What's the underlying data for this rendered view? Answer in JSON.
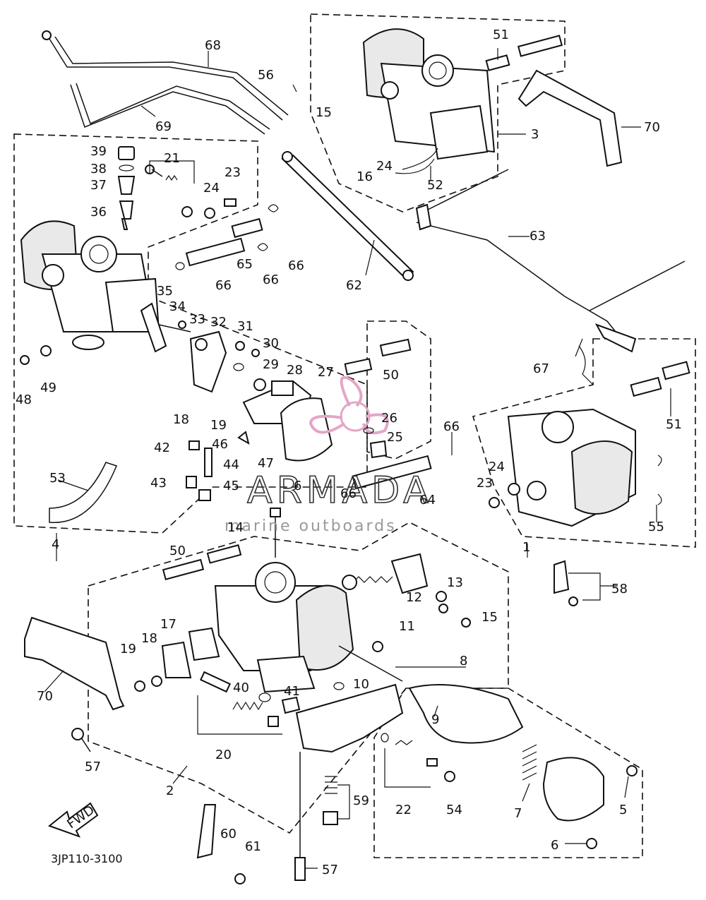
{
  "diagram": {
    "drawing_code": "3JP110-3100",
    "forward_label": "FWD",
    "callouts": [
      "68",
      "69",
      "56",
      "51",
      "15",
      "70",
      "3",
      "24",
      "16",
      "52",
      "39",
      "38",
      "37",
      "36",
      "21",
      "23",
      "24",
      "66",
      "65",
      "66",
      "66",
      "62",
      "63",
      "35",
      "34",
      "33",
      "32",
      "31",
      "30",
      "29",
      "28",
      "27",
      "50",
      "18",
      "19",
      "42",
      "46",
      "44",
      "43",
      "45",
      "47",
      "26",
      "25",
      "66",
      "48",
      "49",
      "53",
      "4",
      "6",
      "66",
      "64",
      "14",
      "50",
      "24",
      "23",
      "67",
      "51",
      "55",
      "1",
      "58",
      "13",
      "12",
      "15",
      "11",
      "17",
      "18",
      "19",
      "70",
      "40",
      "41",
      "10",
      "8",
      "9",
      "20",
      "57",
      "2",
      "22",
      "54",
      "7",
      "5",
      "60",
      "61",
      "59",
      "57",
      "6"
    ]
  },
  "watermark": {
    "brand": "ARMADA",
    "tagline": "marine outboards",
    "accent_color": "#e3a6c6"
  }
}
